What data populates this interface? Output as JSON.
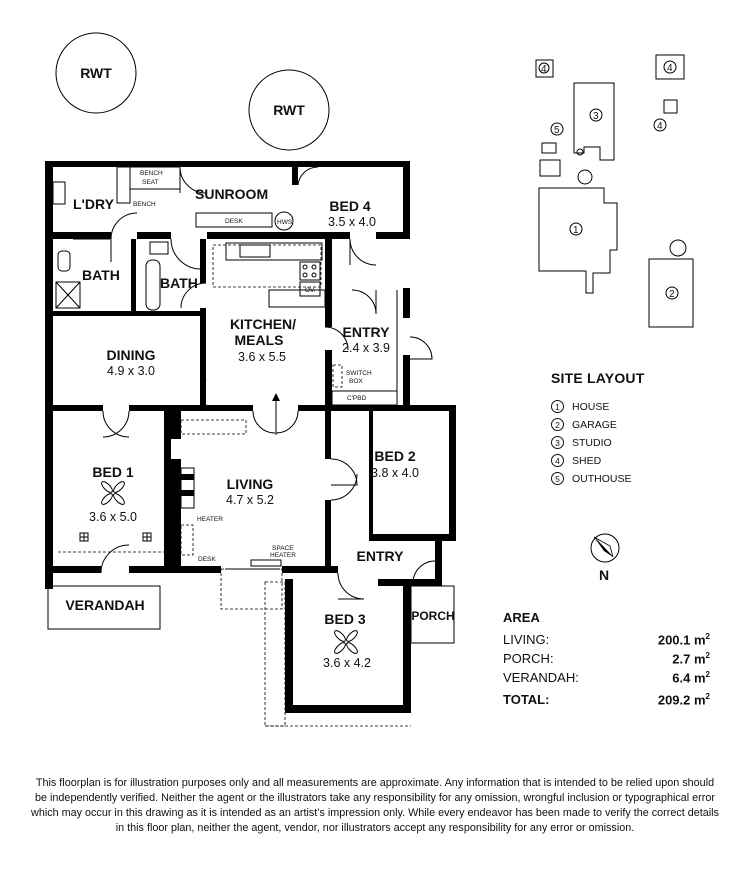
{
  "rwt_labels": [
    "RWT",
    "RWT"
  ],
  "rooms": {
    "laundry": "L'DRY",
    "bench_seat": "BENCH SEAT",
    "bench": "BENCH",
    "sunroom": "SUNROOM",
    "desk_sunroom": "DESK",
    "hws": "HWS",
    "bed4": {
      "name": "BED 4",
      "dim": "3.5 x 4.0"
    },
    "bath_left": "BATH",
    "bath_right": "BATH",
    "oven": "OV.",
    "kitchen": {
      "name_line1": "KITCHEN/",
      "name_line2": "MEALS",
      "dim": "3.6 x 5.5"
    },
    "entry_top": {
      "name": "ENTRY",
      "dim": "2.4 x 3.9"
    },
    "switch_box_line1": "SWITCH",
    "switch_box_line2": "BOX",
    "cupboard": "C'PBD",
    "dining": {
      "name": "DINING",
      "dim": "4.9 x 3.0"
    },
    "bed1": {
      "name": "BED 1",
      "dim": "3.6 x 5.0"
    },
    "living": {
      "name": "LIVING",
      "dim": "4.7 x 5.2"
    },
    "heater": "HEATER",
    "desk_living": "DESK",
    "space_heater_line1": "SPACE",
    "space_heater_line2": "HEATER",
    "bed2": {
      "name": "BED 2",
      "dim": "3.8 x 4.0"
    },
    "entry_bottom": "ENTRY",
    "verandah": "VERANDAH",
    "porch": "PORCH",
    "bed3": {
      "name": "BED 3",
      "dim": "3.6 x 4.2"
    }
  },
  "site_layout": {
    "title": "SITE LAYOUT",
    "legend": [
      {
        "num": "1",
        "label": "HOUSE"
      },
      {
        "num": "2",
        "label": "GARAGE"
      },
      {
        "num": "3",
        "label": "STUDIO"
      },
      {
        "num": "4",
        "label": "SHED"
      },
      {
        "num": "5",
        "label": "OUTHOUSE"
      }
    ],
    "north_label": "N"
  },
  "area": {
    "title": "AREA",
    "rows": [
      {
        "label": "LIVING:",
        "value": "200.1 m",
        "unit_sup": "2"
      },
      {
        "label": "PORCH:",
        "value": "2.7 m",
        "unit_sup": "2"
      },
      {
        "label": "VERANDAH:",
        "value": "6.4 m",
        "unit_sup": "2"
      }
    ],
    "total": {
      "label": "TOTAL:",
      "value": "209.2 m",
      "unit_sup": "2"
    }
  },
  "disclaimer": "This floorplan is for illustration purposes only and all measurements are approximate. Any information that is intended to be relied upon should be independently verified. Neither the agent or the illustrators take any responsibility for any omission, wrongful inclusion or typographical error which may occur in this drawing as it is intended as an artist’s impression only. While every endeavor has been made to verify the correct details in this floor plan, neither the agent, vendor, nor illustrators accept any responsibility for any error or omission."
}
